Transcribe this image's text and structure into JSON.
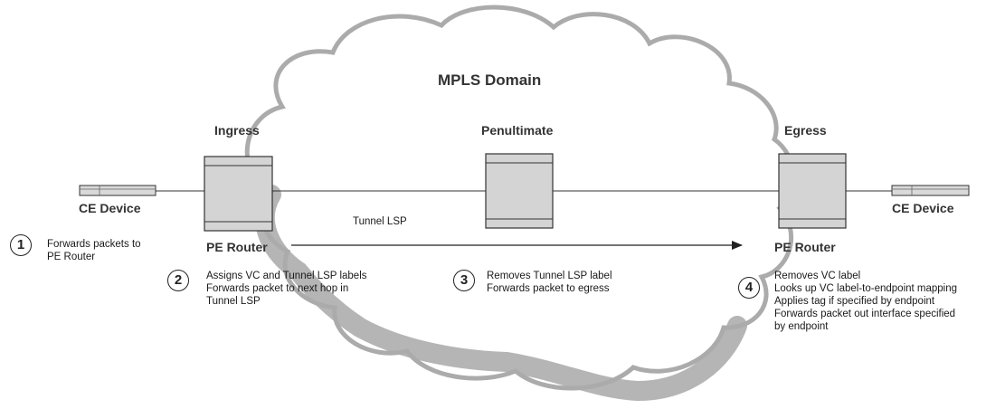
{
  "domain_title": "MPLS Domain",
  "headings": {
    "ingress": "Ingress",
    "penultimate": "Penultimate",
    "egress": "Egress"
  },
  "devices": {
    "ce_left": "CE Device",
    "ce_right": "CE Device",
    "pe_left": "PE Router",
    "pe_right": "PE Router"
  },
  "tunnel_label": "Tunnel LSP",
  "steps": [
    {
      "num": "1",
      "lines": [
        "Forwards packets to",
        "PE Router"
      ]
    },
    {
      "num": "2",
      "lines": [
        "Assigns VC and Tunnel LSP labels",
        "Forwards packet to next hop in",
        "Tunnel LSP"
      ]
    },
    {
      "num": "3",
      "lines": [
        "Removes Tunnel LSP label",
        "Forwards packet to egress"
      ]
    },
    {
      "num": "4",
      "lines": [
        "Removes VC label",
        "Looks up VC label-to-endpoint mapping",
        "Applies tag if specified by endpoint",
        "Forwards packet out interface specified",
        "by endpoint"
      ]
    }
  ],
  "colors": {
    "cloud_outline": "#ababab",
    "cloud_shadow": "#b5b5b5",
    "router_fill": "#d4d4d4",
    "device_fill": "#d9d9d9",
    "line": "#333333"
  }
}
